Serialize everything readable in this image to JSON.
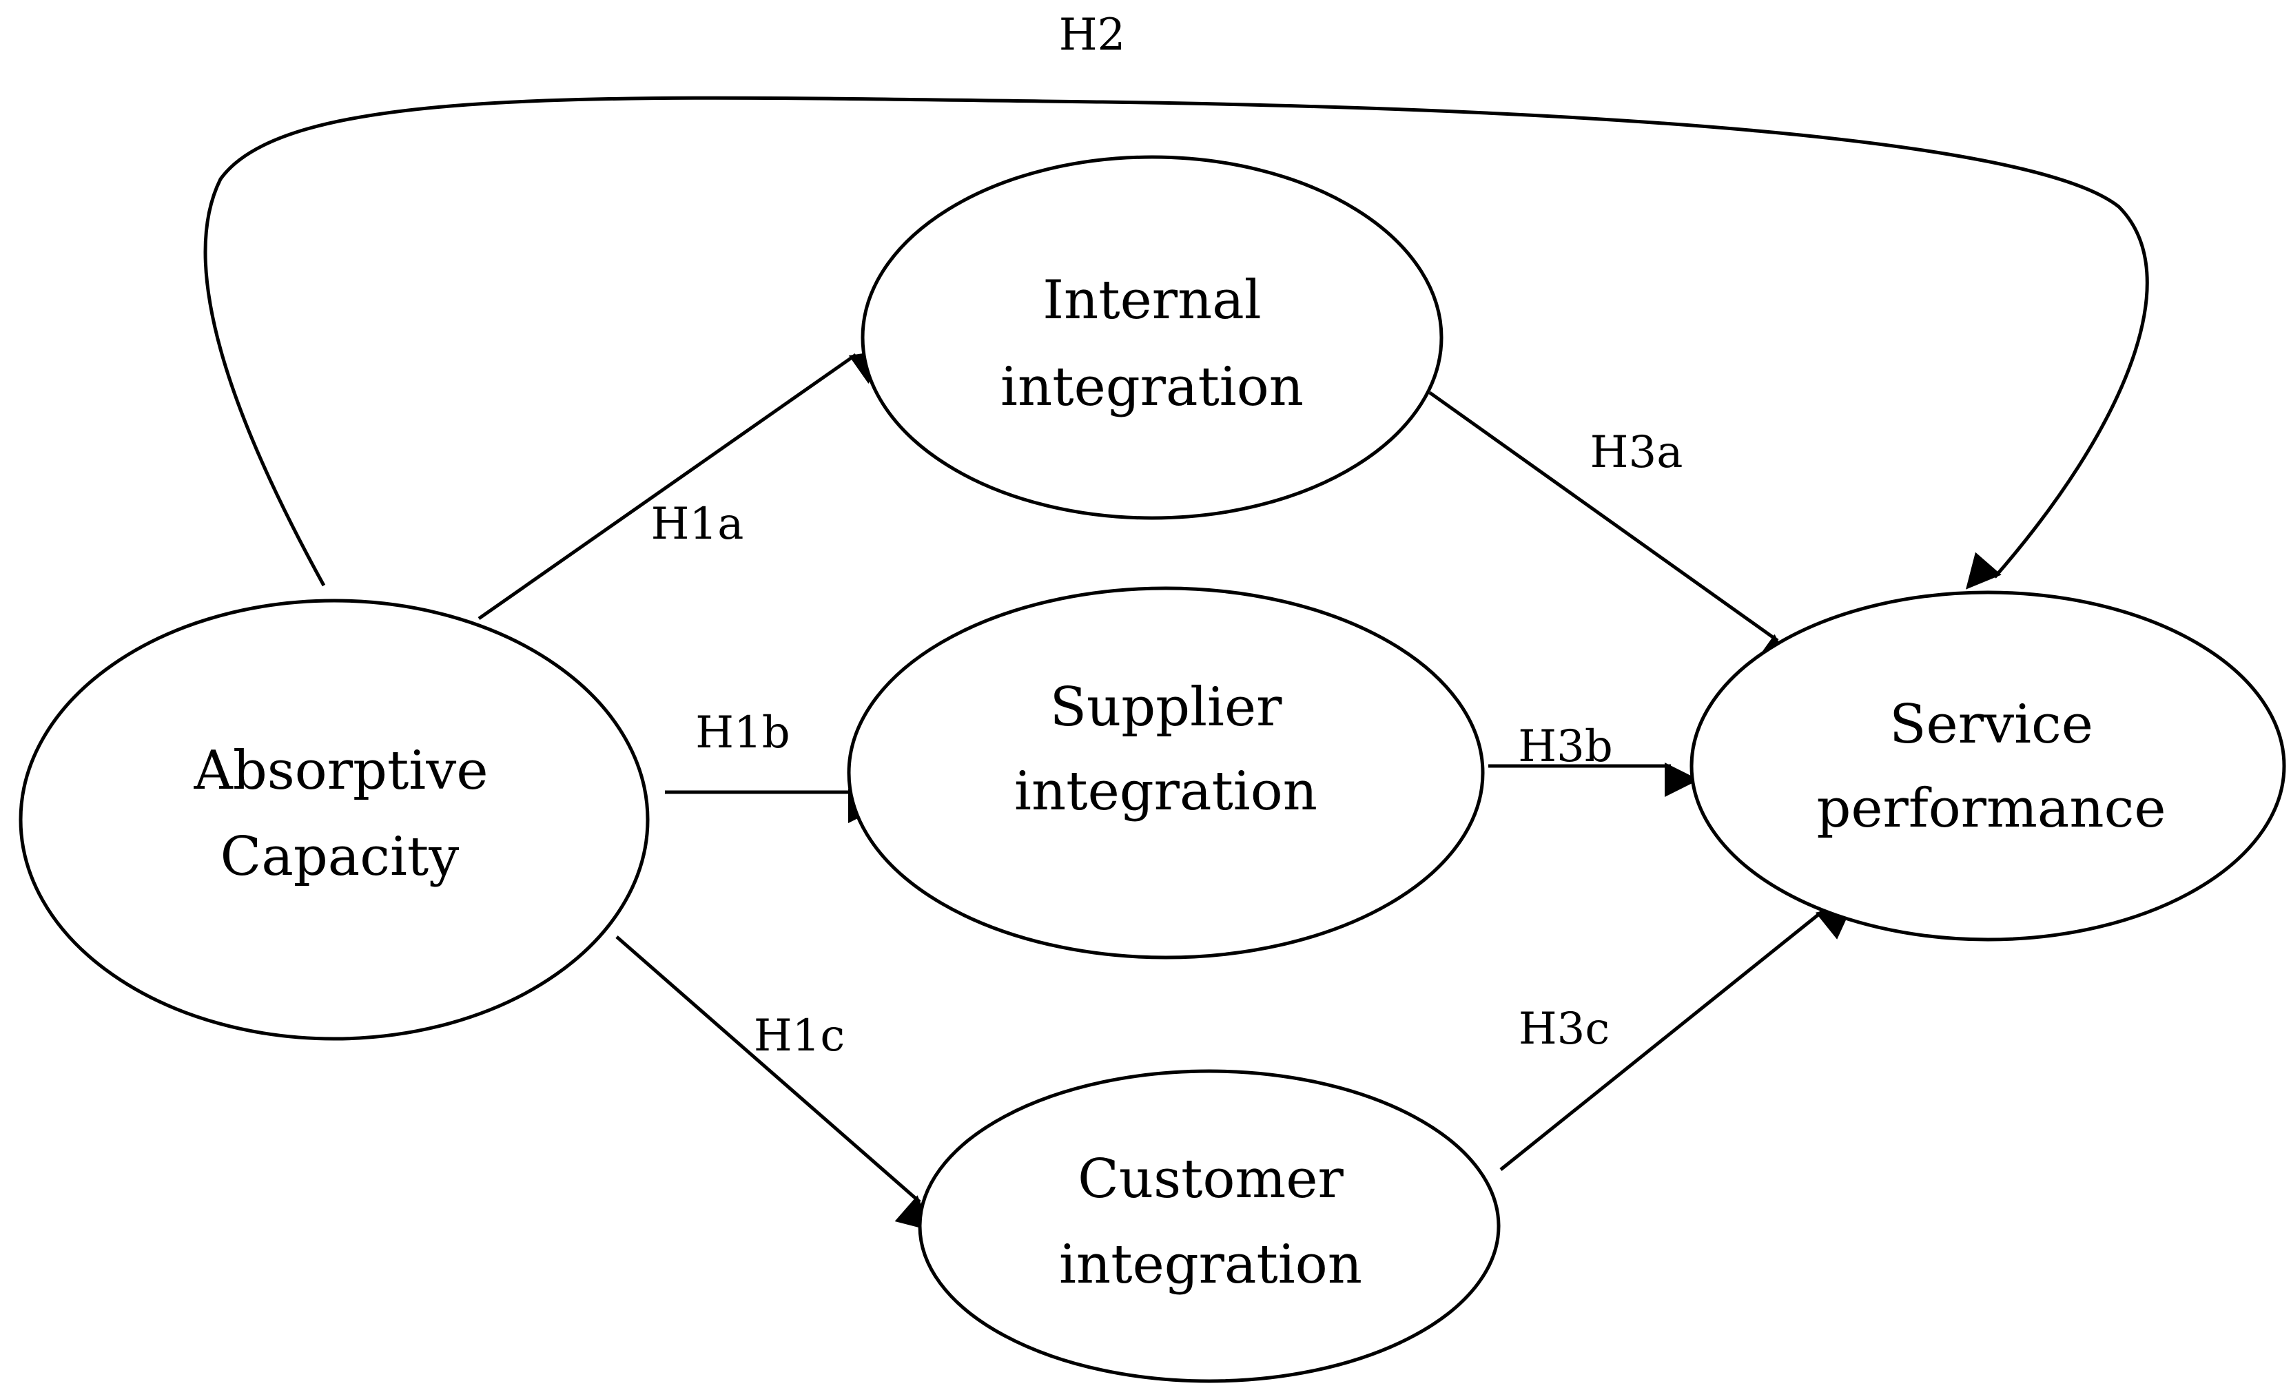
{
  "diagram": {
    "nodes": {
      "absorptive_capacity": {
        "line1": "Absorptive",
        "line2": "Capacity"
      },
      "internal_integration": {
        "line1": "Internal",
        "line2": "integration"
      },
      "supplier_integration": {
        "line1": "Supplier",
        "line2": "integration"
      },
      "customer_integration": {
        "line1": "Customer",
        "line2": "integration"
      },
      "service_performance": {
        "line1": "Service",
        "line2": "performance"
      }
    },
    "edges": {
      "h2": "H2",
      "h1a": "H1a",
      "h1b": "H1b",
      "h1c": "H1c",
      "h3a": "H3a",
      "h3b": "H3b",
      "h3c": "H3c"
    },
    "colors": {
      "stroke": "#000000",
      "background": "#ffffff"
    }
  }
}
